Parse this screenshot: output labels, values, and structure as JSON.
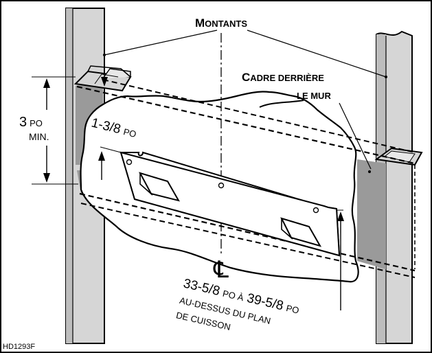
{
  "labels": {
    "studs_title_big": "M",
    "studs_title_small": "ONTANTS",
    "frame_line1_big": "C",
    "frame_line1_small": "ADRE DERRIÈRE",
    "frame_line2": "LE MUR",
    "min_height_value": "3",
    "min_height_unit": "PO",
    "min_height_min": "MIN.",
    "offset_value": "1-3/8",
    "offset_unit": "PO",
    "centerline_symbol": "℄",
    "range_value1": "33-5/8",
    "range_unit1": "PO À",
    "range_value2": "39-5/8",
    "range_unit2": "PO",
    "range_line2": "AU-DESSUS DU PLAN",
    "range_line3": "DE CUISSON",
    "figure_code": "HD1293F"
  },
  "colors": {
    "stroke": "#000000",
    "stud_fill": "#d6d6d6",
    "stud_shadow": "#a9a9a9",
    "wall_fill": "#ffffff"
  }
}
